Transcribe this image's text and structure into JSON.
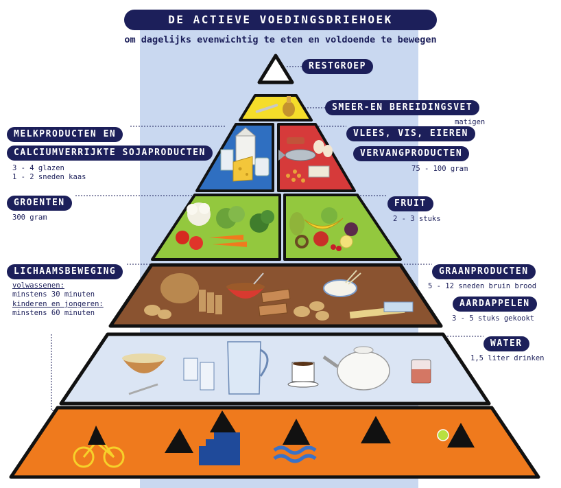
{
  "title": "DE ACTIEVE VOEDINGSDRIEHOEK",
  "subtitle": "om dagelijks evenwichtig te eten en voldoende te bewegen",
  "groups": {
    "restgroep": {
      "label": "RESTGROEP"
    },
    "smeer": {
      "label": "SMEER-EN BEREIDINGSVET",
      "amount": "matigen"
    },
    "melk": {
      "label_1": "MELKPRODUCTEN EN",
      "label_2": "CALCIUMVERRIJKTE SOJAPRODUCTEN",
      "amount_1": "3 - 4 glazen",
      "amount_2": "1 - 2 sneden kaas"
    },
    "vlees": {
      "label_1": "VLEES, VIS, EIEREN",
      "label_2": "VERVANGPRODUCTEN",
      "amount": "75 - 100 gram"
    },
    "groenten": {
      "label": "GROENTEN",
      "amount": "300 gram"
    },
    "fruit": {
      "label": "FRUIT",
      "amount": "2 - 3 stuks"
    },
    "beweging": {
      "label": "LICHAAMSBEWEGING",
      "adult_label": "volwassenen:",
      "adult_amount": "minstens 30 minuten",
      "kids_label": "kinderen en jongeren:",
      "kids_amount": "minstens 60 minuten"
    },
    "graan": {
      "label": "GRAANPRODUCTEN",
      "amount": "5 - 12 sneden bruin brood"
    },
    "aardappelen": {
      "label": "AARDAPPELEN",
      "amount": "3 - 5 stuks gekookt"
    },
    "water": {
      "label": "WATER",
      "amount": "1,5 liter drinken"
    }
  },
  "colors": {
    "navy": "#1c1f5a",
    "background_band": "#c9d8f0",
    "tier_outline": "#111111",
    "smeer_fill": "#f5dd2a",
    "melk_fill": "#2f6fc1",
    "vlees_fill": "#d63a3a",
    "groen_fill": "#93c83e",
    "graan_fill": "#8a5330",
    "water_fill": "#dbe5f4",
    "beweging_fill": "#ef7a1d"
  },
  "icons": [
    "butter-knife-icon",
    "milk-carton-icon",
    "cheese-icon",
    "fish-icon",
    "egg-icon",
    "cauliflower-icon",
    "carrot-icon",
    "banana-icon",
    "apple-icon",
    "bread-icon",
    "cereal-bowl-icon",
    "potato-icon",
    "teapot-icon",
    "water-jug-icon",
    "water-glass-icon",
    "coffee-cup-icon",
    "bicycle-icon",
    "stairs-icon",
    "swimming-waves-icon",
    "tennis-ball-icon"
  ]
}
